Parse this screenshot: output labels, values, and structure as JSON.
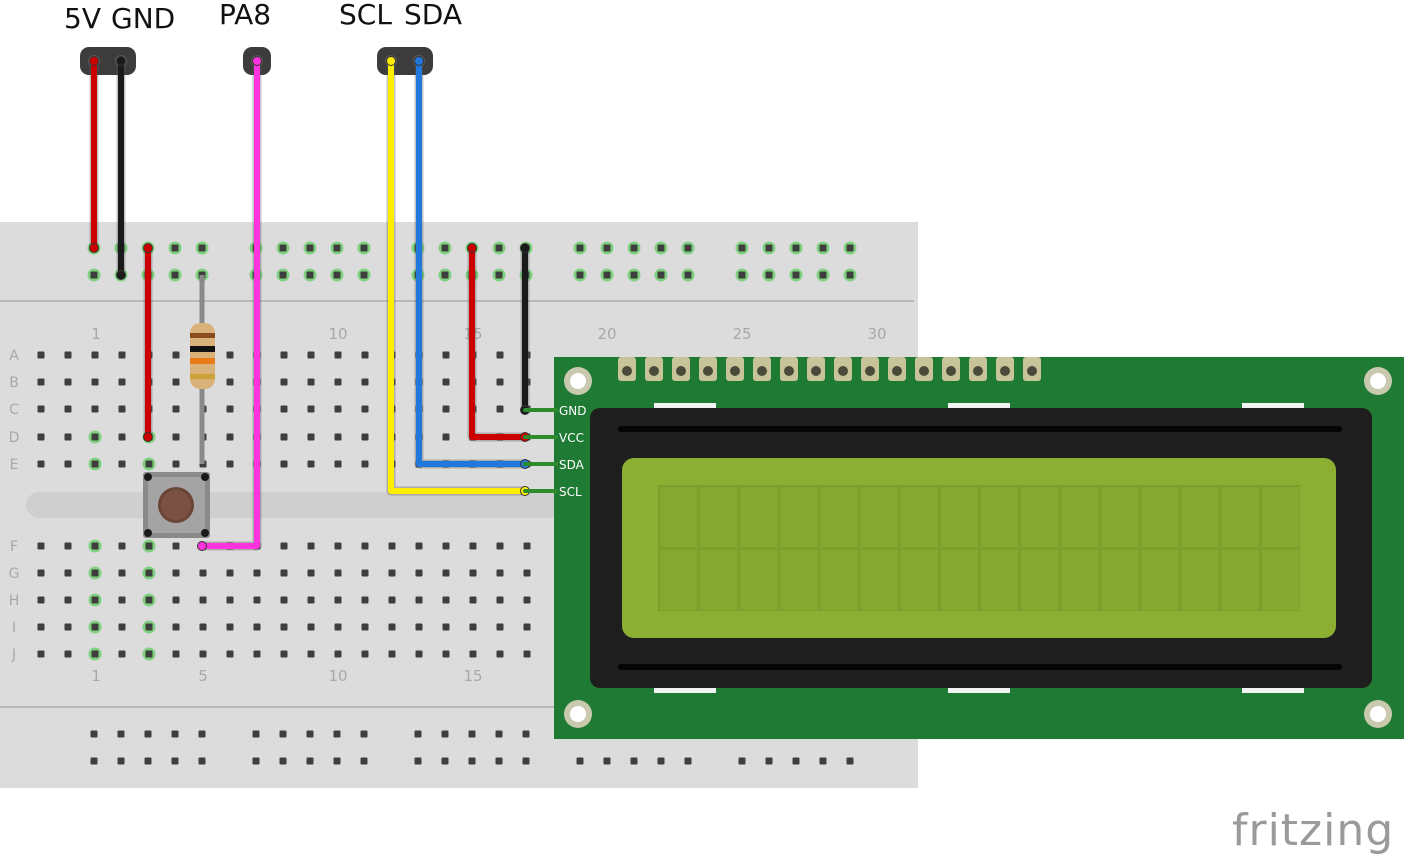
{
  "header_labels": {
    "five_v": "5V",
    "gnd": "GND",
    "pa8": "PA8",
    "scl": "SCL",
    "sda": "SDA"
  },
  "breadboard": {
    "row_letters": [
      "A",
      "B",
      "C",
      "D",
      "E",
      "F",
      "G",
      "H",
      "I",
      "J"
    ],
    "top_column_numbers": [
      "1",
      "10",
      "15",
      "20",
      "25",
      "30"
    ],
    "bottom_column_numbers": [
      "1",
      "5",
      "10",
      "15"
    ]
  },
  "lcd": {
    "pin_labels": [
      "GND",
      "VCC",
      "SDA",
      "SCL"
    ],
    "char_columns": 16,
    "char_rows": 2
  },
  "wire_colors": {
    "power": "#cc0000",
    "ground": "#1a1a1a",
    "pa8": "#ff33dd",
    "scl": "#ffee00",
    "sda": "#2277dd",
    "resistor_lead": "#888888"
  },
  "logo_text": "fritzing"
}
